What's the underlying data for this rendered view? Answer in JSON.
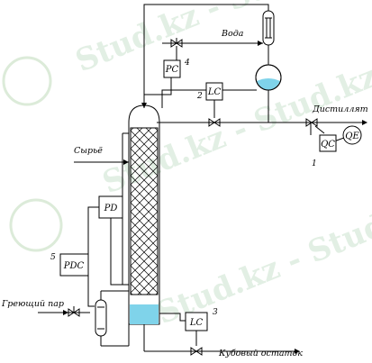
{
  "watermark": "Stud.kz - Stud.kz",
  "streams": {
    "water": "Вода",
    "distillate": "Дистиллят",
    "feed": "Сырьё",
    "steam": "Греющий пар",
    "bottoms": "Кубовый остаток"
  },
  "instruments": [
    {
      "tag": "PC",
      "num": "4"
    },
    {
      "tag": "LC",
      "num": "2"
    },
    {
      "tag": "QC",
      "num": "1"
    },
    {
      "tag": "QE",
      "num": ""
    },
    {
      "tag": "PD",
      "num": ""
    },
    {
      "tag": "PDC",
      "num": "5"
    },
    {
      "tag": "LC",
      "num": "3"
    }
  ]
}
